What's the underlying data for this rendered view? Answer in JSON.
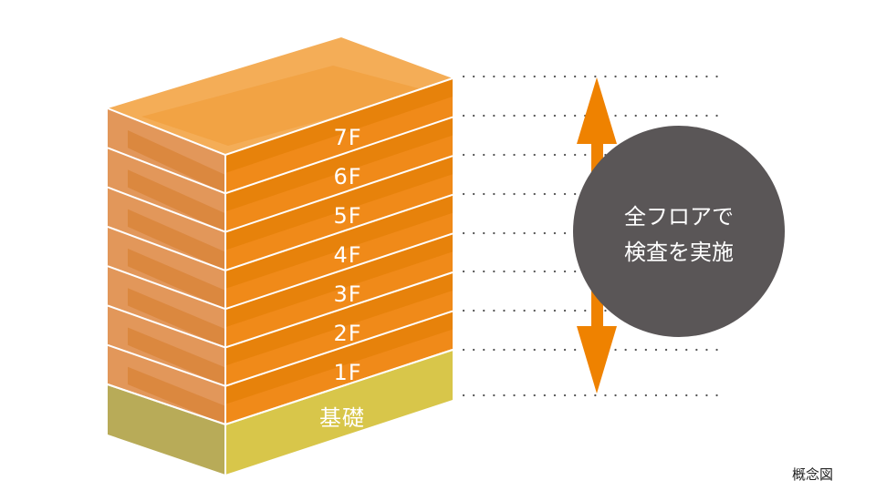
{
  "diagram": {
    "floors": [
      "7F",
      "6F",
      "5F",
      "4F",
      "3F",
      "2F",
      "1F"
    ],
    "foundation": "基礎",
    "badge": {
      "line1": "全フロアで",
      "line2": "検査を実施"
    },
    "caption": "概念図",
    "colors": {
      "orange_front": "#f08a19",
      "orange_band_light": "#f29a36",
      "orange_band_dark": "#e07b00",
      "orange_side": "#e2975a",
      "orange_side_dark": "#d67c2a",
      "orange_top": "#f4ad57",
      "foundation_front": "#d8c64a",
      "foundation_side": "#b8ab58",
      "badge_fill": "#5a5657",
      "arrow": "#ef8200",
      "dots": "#555555"
    }
  }
}
